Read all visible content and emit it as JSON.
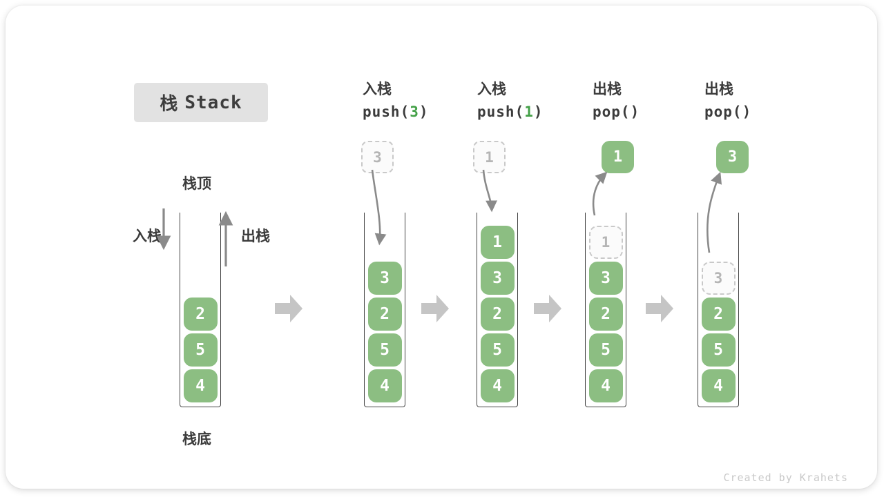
{
  "title": {
    "zh": "栈",
    "en": "Stack"
  },
  "side_labels": {
    "stack_top": "栈顶",
    "stack_bottom": "栈底",
    "push": "入栈",
    "pop": "出栈"
  },
  "operations": [
    {
      "name_zh": "入栈",
      "code_pre": "push(",
      "code_arg": "3",
      "code_post": ")"
    },
    {
      "name_zh": "入栈",
      "code_pre": "push(",
      "code_arg": "1",
      "code_post": ")"
    },
    {
      "name_zh": "出栈",
      "code_pre": "pop()",
      "code_arg": "",
      "code_post": ""
    },
    {
      "name_zh": "出栈",
      "code_pre": "pop()",
      "code_arg": "",
      "code_post": ""
    }
  ],
  "floating_values": {
    "push3": "3",
    "push1": "1",
    "pop1": "1",
    "pop3": "3"
  },
  "stacks": [
    {
      "items": [
        "4",
        "5",
        "2"
      ]
    },
    {
      "items": [
        "4",
        "5",
        "2",
        "3"
      ]
    },
    {
      "items": [
        "4",
        "5",
        "2",
        "3",
        "1"
      ]
    },
    {
      "items": [
        "4",
        "5",
        "2",
        "3"
      ],
      "ghost": "1"
    },
    {
      "items": [
        "4",
        "5",
        "2"
      ],
      "ghost": "3"
    }
  ],
  "watermark": "Created by Krahets",
  "colors": {
    "cell_green": "#8CBE82",
    "code_green": "#43A047",
    "ghost_gray": "#c9c9c9",
    "arrow_gray": "#8a8a8a",
    "block_arrow_gray": "#c5c5c5",
    "title_bg": "#e2e2e2",
    "text_dark": "#3b3b3b"
  }
}
